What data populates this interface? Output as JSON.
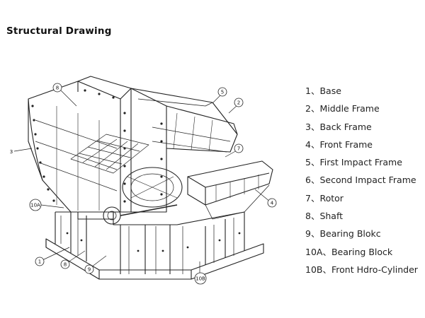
{
  "title": "Structural Drawing",
  "callout_labels": [
    "1",
    "2",
    "3",
    "4",
    "5",
    "7",
    "8",
    "9",
    "10A",
    "10B"
  ],
  "legend": [
    {
      "text": "1、Base"
    },
    {
      "text": "2、Middle Frame"
    },
    {
      "text": "3、Back Frame"
    },
    {
      "text": "4、Front Frame"
    },
    {
      "text": "5、First Impact Frame"
    },
    {
      "text": "6、Second Impact Frame"
    },
    {
      "text": "7、Rotor"
    },
    {
      "text": "8、Shaft"
    },
    {
      "text": "9、Bearing Blokc"
    },
    {
      "text": "10A、Bearing Block"
    },
    {
      "text": "10B、Front Hdro-Cylinder"
    }
  ]
}
